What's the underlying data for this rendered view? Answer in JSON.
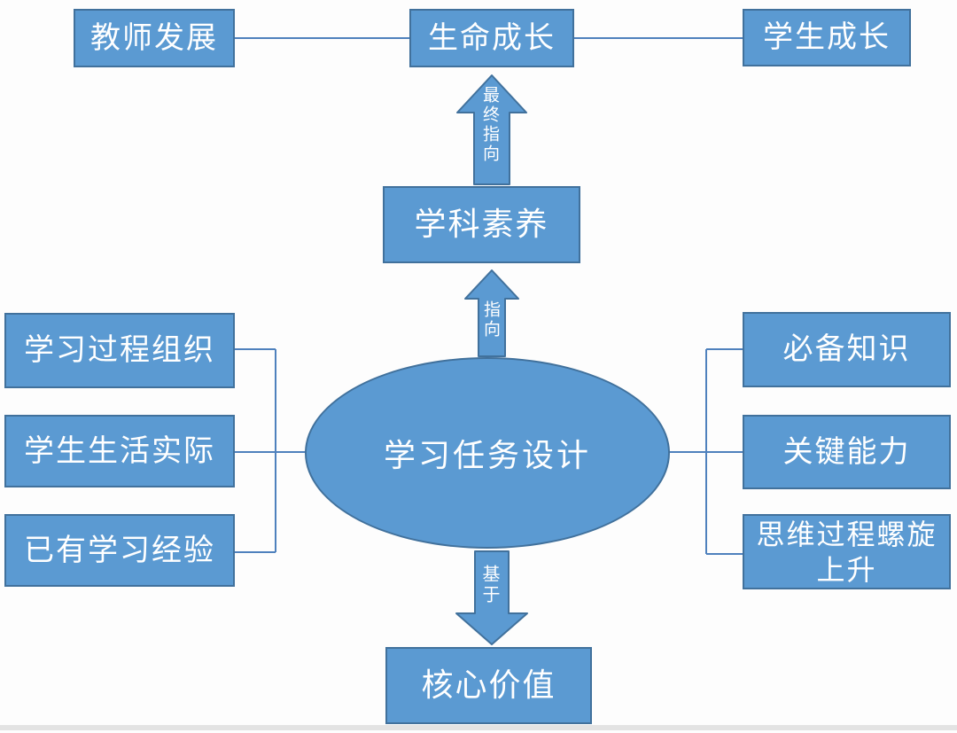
{
  "nodes": {
    "teacher": {
      "label": "教师发展"
    },
    "life": {
      "label": "生命成长"
    },
    "student": {
      "label": "学生成长"
    },
    "subject": {
      "label": "学科素养"
    },
    "task": {
      "label": "学习任务设计"
    },
    "core": {
      "label": "核心价值"
    }
  },
  "left_column": {
    "items": [
      {
        "label": "学习过程组织"
      },
      {
        "label": "学生生活实际"
      },
      {
        "label": "已有学习经验"
      }
    ]
  },
  "right_column": {
    "items": [
      {
        "label": "必备知识"
      },
      {
        "label": "关键能力"
      },
      {
        "label": "思维过程螺旋上升"
      }
    ]
  },
  "arrow_labels": {
    "final_direction": "最终指向",
    "direction": "指向",
    "based_on": "基于"
  },
  "colors": {
    "node_fill": "#5b9ad2",
    "node_border": "#41719c",
    "connector_line": "#4f81bd",
    "text": "#ffffff",
    "background": "#fdfdfd"
  }
}
